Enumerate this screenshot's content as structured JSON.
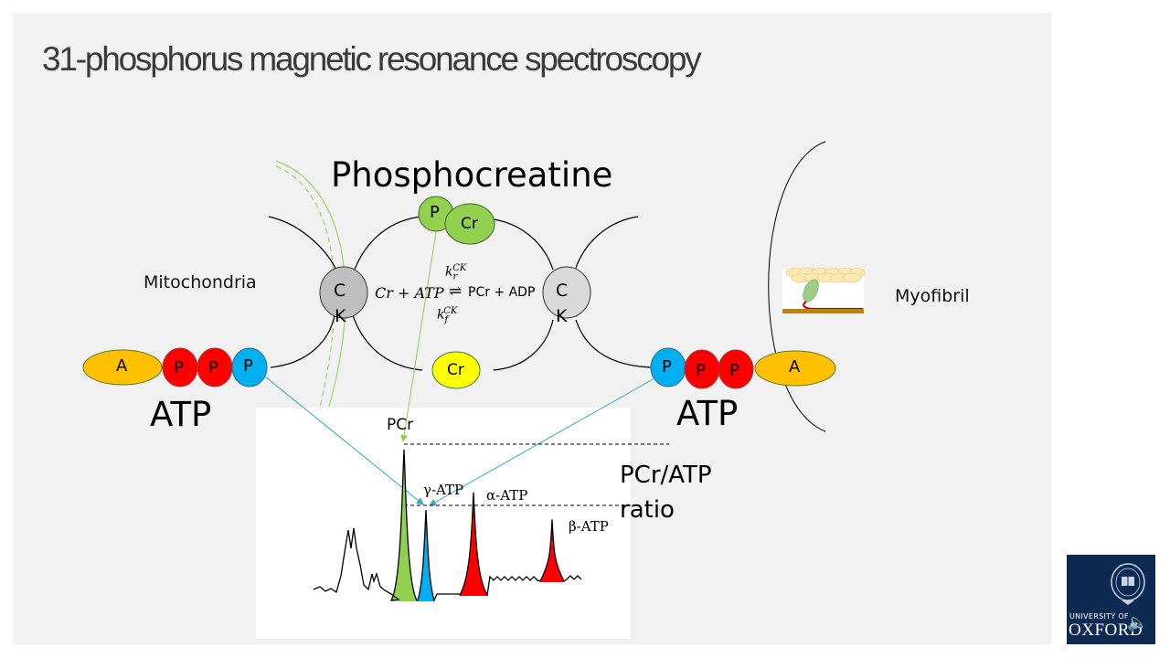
{
  "slide": {
    "title": "31-phosphorus magnetic resonance spectroscopy",
    "labels": {
      "phosphocreatine": "Phosphocreatine",
      "mitochondria": "Mitochondria",
      "myofibril": "Myofibril",
      "atp_left": "ATP",
      "atp_right": "ATP",
      "ratio_line1": "PCr/ATP",
      "ratio_line2": "ratio"
    },
    "molecules": {
      "adenosine": "A",
      "phosphate": "P",
      "creatine": "Cr",
      "ck_c": "C",
      "ck_k": "K"
    },
    "reaction": {
      "left": "Cr + ATP",
      "arrow": "⇌",
      "right": "PCr + ADP",
      "rate_top": "k",
      "rate_top_sub": "r",
      "rate_top_sup": "CK",
      "rate_bottom": "k",
      "rate_bottom_sub": "f",
      "rate_bottom_sup": "CK"
    },
    "colors": {
      "background": "#f1f1f1",
      "adenosine": "#ffc000",
      "phosphate_red": "#ff0000",
      "phosphate_blue": "#00b0f0",
      "phosphocreatine_green": "#92d050",
      "creatine_yellow": "#ffff00",
      "ck_left": "#bfbfbf",
      "ck_right": "#d9d9d9",
      "arrow_cyan": "#31a9c7",
      "logo_navy": "#0e2a52"
    },
    "spectrum": {
      "peaks": [
        {
          "name": "PCr",
          "label": "PCr",
          "color": "#92d050",
          "relative_height": 1.0
        },
        {
          "name": "gamma-ATP",
          "label": "γ-ATP",
          "color": "#00b0f0",
          "relative_height": 0.6
        },
        {
          "name": "alpha-ATP",
          "label": "α-ATP",
          "color": "#ff0000",
          "relative_height": 0.68
        },
        {
          "name": "beta-ATP",
          "label": "β-ATP",
          "color": "#ff0000",
          "relative_height": 0.41
        }
      ]
    },
    "logo": {
      "line1": "UNIVERSITY OF",
      "line2": "OXFORD"
    }
  }
}
